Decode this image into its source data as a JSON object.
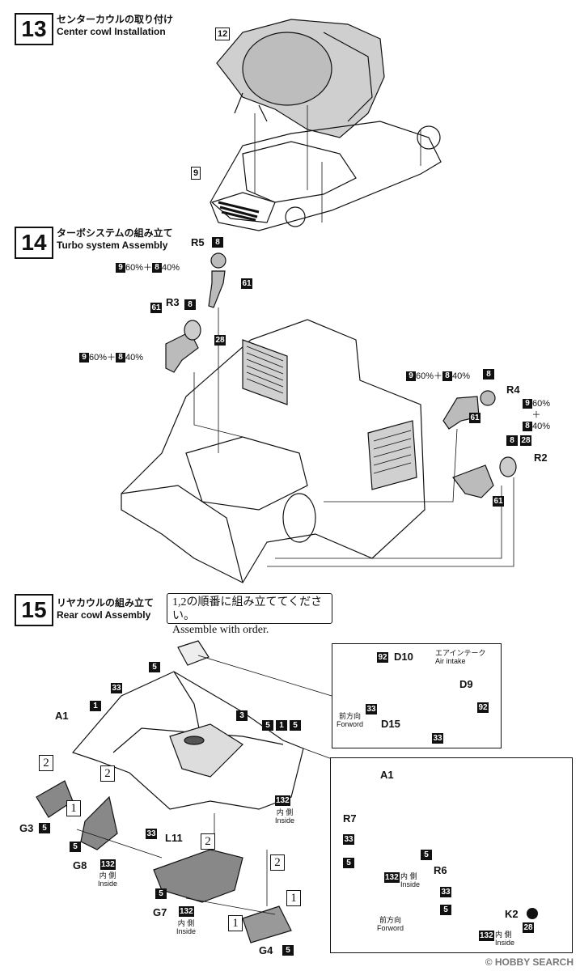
{
  "steps": [
    {
      "number": "13",
      "title_ja": "センターカウルの取り付け",
      "title_en": "Center cowl Installation"
    },
    {
      "number": "14",
      "title_ja": "ターボシステムの組み立て",
      "title_en": "Turbo system Assembly"
    },
    {
      "number": "15",
      "title_ja": "リヤカウルの組み立て",
      "title_en": "Rear cowl Assembly"
    }
  ],
  "step13": {
    "part_12": "12",
    "part_9": "9"
  },
  "step14": {
    "r5": "R5",
    "r3": "R3",
    "r4": "R4",
    "r2": "R2",
    "p8": "8",
    "p61": "61",
    "p28": "28",
    "p9": "9",
    "mix_a": "60%＋",
    "mix_b": "40%",
    "mix_stack_a": "60%",
    "mix_plus": "＋",
    "mix_stack_b": "40%"
  },
  "note": {
    "line_ja": "1,2の順番に組み立ててください。",
    "line_en": "Assemble with order."
  },
  "step15": {
    "a1": "A1",
    "p1": "1",
    "p2": "2",
    "p3": "3",
    "p5": "5",
    "p33": "33",
    "p132": "132",
    "g3": "G3",
    "g8": "G8",
    "g7": "G7",
    "g4": "G4",
    "l11": "L11",
    "inside_ja": "内 側",
    "inside_en": "Inside",
    "ord1": "1",
    "ord2": "2",
    "inset_air": {
      "d10": "D10",
      "d9": "D9",
      "d15": "D15",
      "p92": "92",
      "air_ja": "エアインテーク",
      "air_en": "Air intake",
      "fwd_ja": "前方向",
      "fwd_en": "Forword"
    },
    "inset_rear": {
      "a1": "A1",
      "r7": "R7",
      "r6": "R6",
      "k2": "K2",
      "fwd_ja": "前方向",
      "fwd_en": "Forword"
    }
  },
  "watermark": "© HOBBY SEARCH"
}
